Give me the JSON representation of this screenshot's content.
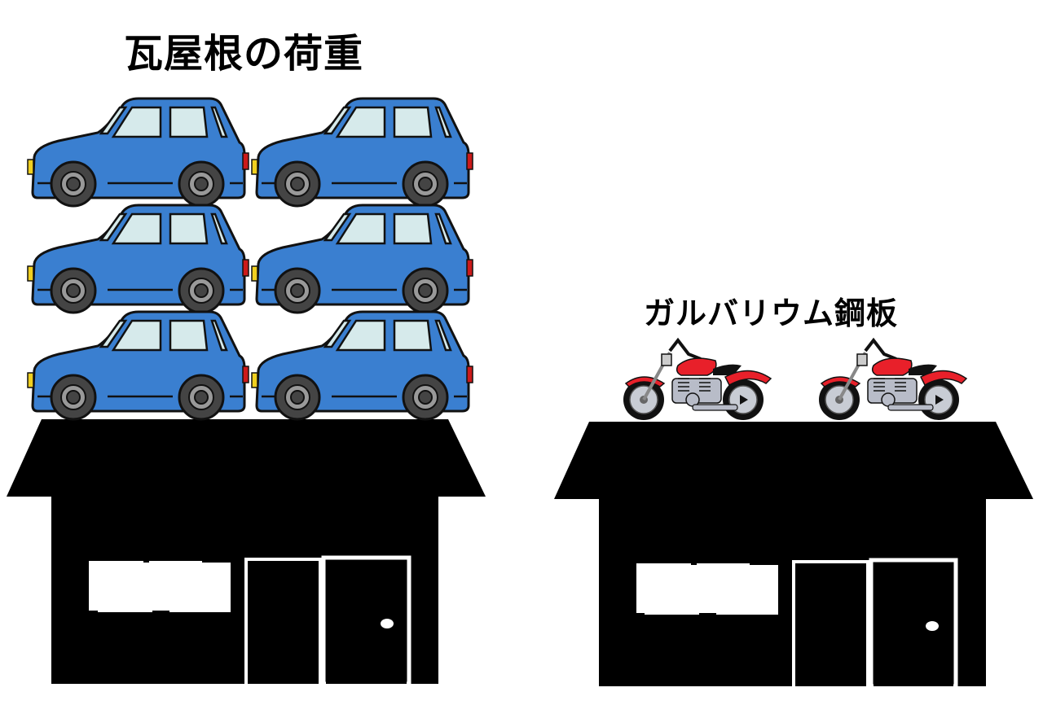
{
  "left_panel": {
    "title": "瓦屋根の荷重",
    "load_icon": "car-icon",
    "load_count": 6,
    "layout": "3 rows × 2 columns of cars stacked on roof",
    "house_icon": "house-silhouette-icon"
  },
  "right_panel": {
    "title": "ガルバリウム鋼板",
    "load_icon": "motorcycle-icon",
    "load_count": 2,
    "house_icon": "house-silhouette-icon"
  },
  "colors": {
    "car_body": "#3a7fd0",
    "car_window": "#d6eaeb",
    "car_tire": "#444444",
    "car_hub": "#999999",
    "car_taillight": "#cc1a1a",
    "car_headlight": "#f0d020",
    "motorcycle_body": "#e8202a",
    "motorcycle_engine": "#b8bcc8",
    "house": "#000000",
    "house_window": "#ffffff"
  }
}
